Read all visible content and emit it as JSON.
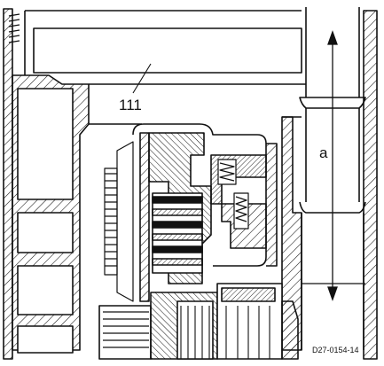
{
  "diagram": {
    "labels": {
      "part_number": "111",
      "dimension": "a",
      "figure_code": "D27-0154-14"
    },
    "colors": {
      "ink": "#111111",
      "paper": "#ffffff"
    }
  }
}
